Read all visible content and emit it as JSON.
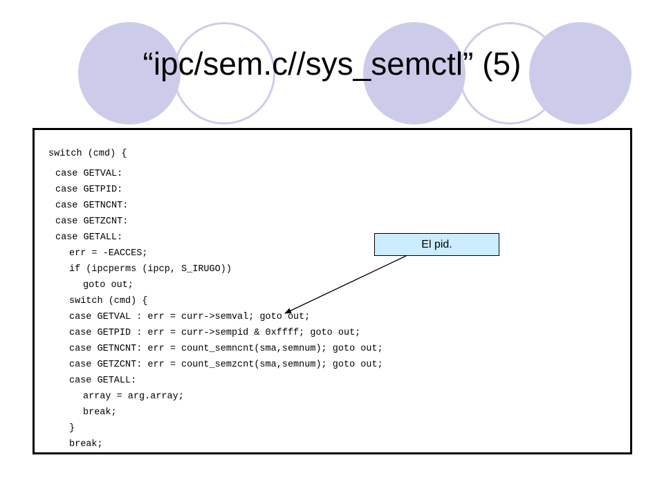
{
  "slide": {
    "title": "“ipc/sem.c//sys_semctl” (5)"
  },
  "code": {
    "lines": [
      "switch (cmd) {",
      "case GETVAL:",
      "case GETPID:",
      "case GETNCNT:",
      "case GETZCNT:",
      "case GETALL:",
      "err = -EACCES;",
      "if (ipcperms (ipcp, S_IRUGO))",
      "goto out;",
      "switch (cmd) {",
      "case GETVAL : err = curr->semval; goto out;",
      "case GETPID : err = curr->sempid & 0xffff; goto out;",
      "case GETNCNT: err = count_semncnt(sma,semnum); goto out;",
      "case GETZCNT: err = count_semzcnt(sma,semnum); goto out;",
      "case GETALL:",
      "array = arg.array;",
      "break;",
      "}",
      "break;"
    ]
  },
  "callout": {
    "text": "El pid.",
    "fill_color": "#ccecff"
  },
  "colors": {
    "decor_circle": "#ccccea",
    "text": "#000000"
  }
}
